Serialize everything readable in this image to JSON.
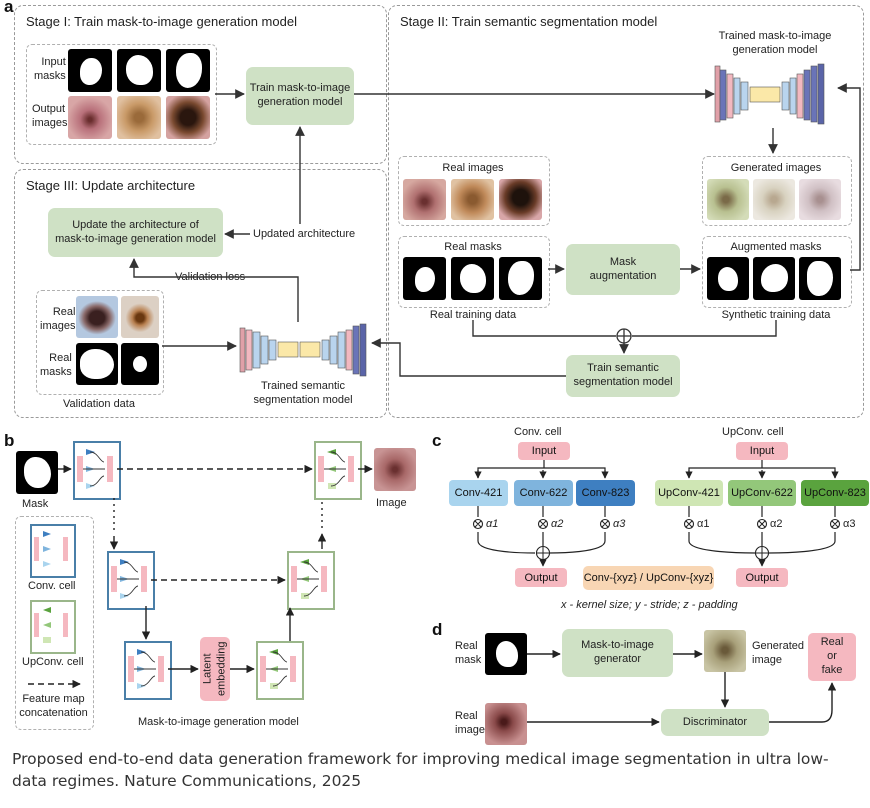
{
  "panel_a": {
    "label": "a",
    "stage1_title": "Stage I: Train mask-to-image generation model",
    "stage2_title": "Stage II: Train semantic segmentation model",
    "stage3_title": "Stage III: Update architecture",
    "input_masks": "Input\nmasks",
    "output_images": "Output\nimages",
    "train_gen": "Train mask-to-image\ngeneration model",
    "trained_gen": "Trained mask-to-image\ngeneration model",
    "real_images": "Real images",
    "real_masks": "Real masks",
    "mask_aug": "Mask\naugmentation",
    "generated_images": "Generated images",
    "augmented_masks": "Augmented masks",
    "real_training_data": "Real training data",
    "synthetic_training_data": "Synthetic training data",
    "train_seg": "Train semantic\nsegmentation model",
    "update_arch": "Update the architecture of\nmask-to-image generation model",
    "updated_arch": "Updated architecture",
    "validation_loss": "Validation loss",
    "val_real_images": "Real\nimages",
    "val_real_masks": "Real\nmasks",
    "validation_data": "Validation data",
    "trained_seg": "Trained semantic\nsegmentation model"
  },
  "panel_b": {
    "label": "b",
    "mask": "Mask",
    "image": "Image",
    "latent": "Latent\nembedding",
    "conv_cell": "Conv. cell",
    "upconv_cell": "UpConv. cell",
    "feature_map": "Feature map\nconcatenation",
    "caption": "Mask-to-image generation model"
  },
  "panel_c": {
    "label": "c",
    "conv_title": "Conv. cell",
    "upconv_title": "UpConv. cell",
    "input": "Input",
    "output": "Output",
    "conv": [
      "Conv-421",
      "Conv-622",
      "Conv-823"
    ],
    "upconv": [
      "UpConv-421",
      "UpConv-622",
      "UpConv-823"
    ],
    "alpha": [
      "α1",
      "α2",
      "α3"
    ],
    "legend": "Conv-{xyz} / UpConv-{xyz}",
    "note": "x - kernel size; y - stride; z - padding",
    "colors": {
      "c1": "#a9d4ee",
      "c2": "#7fb4dd",
      "c3": "#3e7fc1",
      "u1": "#cfe6b4",
      "u2": "#93c77a",
      "u3": "#5aa33e"
    }
  },
  "panel_d": {
    "label": "d",
    "real_mask": "Real\nmask",
    "real_image": "Real\nimage",
    "generator": "Mask-to-image\ngenerator",
    "generated_image": "Generated\nimage",
    "discriminator": "Discriminator",
    "real_or_fake": "Real\nor\nfake"
  },
  "caption": "Proposed end-to-end data generation framework for improving medical image segmentation in ultra low-data regimes. Nature Communications, 2025"
}
